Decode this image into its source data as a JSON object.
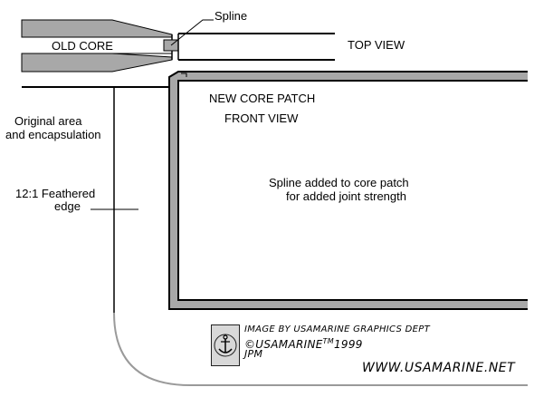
{
  "diagram": {
    "labels": {
      "spline": "Spline",
      "old_core": "OLD CORE",
      "top_view": "TOP VIEW",
      "new_core_patch": "NEW CORE PATCH",
      "front_view": "FRONT VIEW",
      "original_area_line1": "Original area",
      "original_area_line2": "and encapsulation",
      "feathered_line1": "12:1 Feathered",
      "feathered_line2": "edge",
      "spline_note_line1": "Spline added to core patch",
      "spline_note_line2": "for added joint strength"
    },
    "credit": {
      "line1": "IMAGE BY USAMARINE GRAPHICS DEPT",
      "line2_prefix": "©USAMARINE",
      "line2_tm": "TM",
      "line2_year": "1999",
      "line3": "JPM",
      "website": "WWW.USAMARINE.NET"
    },
    "colors": {
      "line": "#000000",
      "laminate_fill": "#a8a8a8",
      "core_fill": "#ffffff",
      "logo_bg": "#d8d8d8"
    }
  }
}
